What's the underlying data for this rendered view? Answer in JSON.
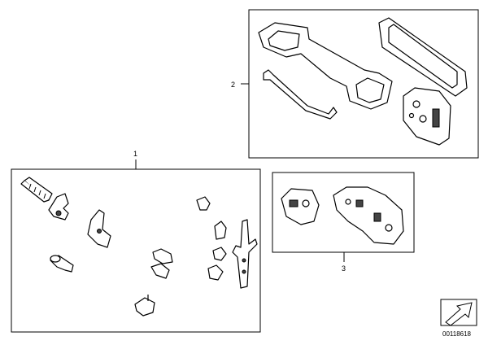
{
  "callouts": {
    "label_1": "1",
    "label_2": "2",
    "label_3": "3"
  },
  "footer": {
    "diagram_number": "00118618"
  },
  "icons": {
    "arrow": "arrow-corner-icon"
  }
}
